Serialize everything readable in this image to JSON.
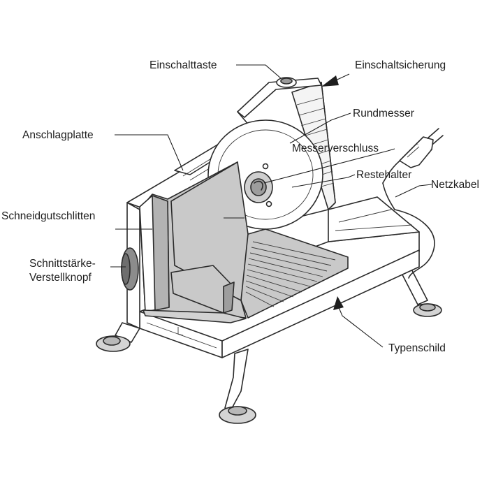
{
  "labels": {
    "einschalttaste": "Einschalttaste",
    "einschaltsicherung": "Einschaltsicherung",
    "rundmesser": "Rundmesser",
    "anschlagplatte": "Anschlagplatte",
    "messerverschluss": "Messerverschluss",
    "restehalter": "Restehalter",
    "netzkabel": "Netzkabel",
    "schneidgutschlitten": "Schneidgutschlitten",
    "schnittstaerke_line1": "Schnittstärke-",
    "schnittstaerke_line2": "Verstellknopf",
    "typenschild": "Typenschild"
  },
  "colors": {
    "light_gray": "#c9c9c9",
    "mid_gray": "#b3b3b3",
    "dark_gray": "#8a8a8a",
    "outline": "#2a2a2a"
  }
}
